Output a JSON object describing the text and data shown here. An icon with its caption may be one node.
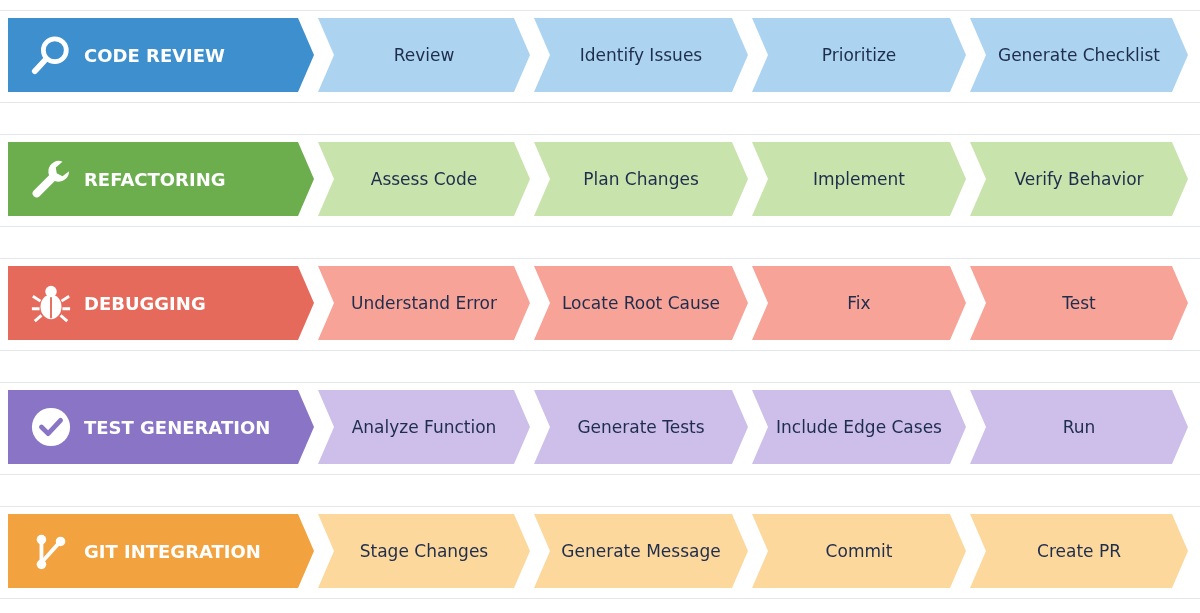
{
  "diagram": {
    "nodes": [
      {
        "text": [
          "CODE REVIEW"
        ]
      },
      {
        "text": [
          "Review"
        ]
      },
      {
        "text": [
          "Identify Issues"
        ]
      },
      {
        "text": [
          "Prioritize"
        ]
      },
      {
        "text": [
          "Generate Checklist"
        ]
      },
      {
        "text": [
          "REFACTORING"
        ]
      },
      {
        "text": [
          "Assess Code"
        ]
      },
      {
        "text": [
          "Plan Changes"
        ]
      },
      {
        "text": [
          "Implement"
        ]
      },
      {
        "text": [
          "Verify Behavior"
        ]
      },
      {
        "text": [
          "DEBUGGING"
        ]
      },
      {
        "text": [
          "Understand Error"
        ]
      },
      {
        "text": [
          "Locate Root Cause"
        ]
      },
      {
        "text": [
          "Fix"
        ]
      },
      {
        "text": [
          "Test"
        ]
      },
      {
        "text": [
          "TEST GENERATION"
        ]
      },
      {
        "text": [
          "Analyze Function"
        ]
      },
      {
        "text": [
          "Generate Tests"
        ]
      },
      {
        "text": [
          "Include Edge Cases"
        ]
      },
      {
        "text": [
          "Run"
        ]
      },
      {
        "text": [
          "GIT INTEGRATION"
        ]
      },
      {
        "text": [
          "Stage Changes"
        ]
      },
      {
        "text": [
          "Generate Message"
        ]
      },
      {
        "text": [
          "Commit"
        ]
      },
      {
        "text": [
          "Create PR"
        ]
      }
    ]
  }
}
